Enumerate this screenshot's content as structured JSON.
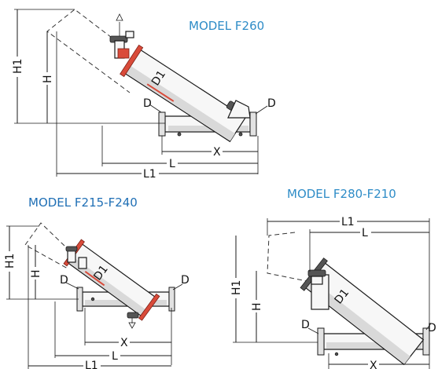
{
  "models": {
    "top": {
      "title": "MODEL F260",
      "color": "#2e8cc7"
    },
    "left": {
      "title": "MODEL F215-F240",
      "color": "#1f6fb5"
    },
    "right": {
      "title": "MODEL F280-F210",
      "color": "#2e8cc7"
    }
  },
  "labels": {
    "h1": "H1",
    "h": "H",
    "d1": "D1",
    "d": "D",
    "x": "X",
    "l": "L",
    "l1": "L1"
  }
}
